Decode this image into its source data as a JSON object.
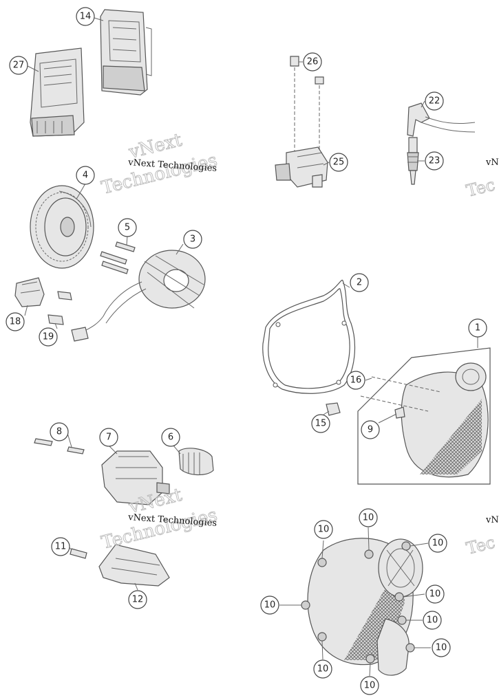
{
  "watermark": {
    "text": "vNext Technologies",
    "ghost_top": "vNext",
    "ghost_bottom": "Technologies",
    "edge_top": "vN",
    "edge_bottom": "Tec"
  },
  "callouts": {
    "c27": "27",
    "c14": "14",
    "c26": "26",
    "c22": "22",
    "c23": "23",
    "c25": "25",
    "c4": "4",
    "c5": "5",
    "c3": "3",
    "c18": "18",
    "c19": "19",
    "c2": "2",
    "c1": "1",
    "c16": "16",
    "c15": "15",
    "c9": "9",
    "c8": "8",
    "c7": "7",
    "c6": "6",
    "c11": "11",
    "c12": "12",
    "c10a": "10",
    "c10b": "10",
    "c10c": "10",
    "c10d": "10",
    "c10e": "10",
    "c10f": "10",
    "c10g": "10",
    "c10h": "10",
    "c10i": "10"
  }
}
